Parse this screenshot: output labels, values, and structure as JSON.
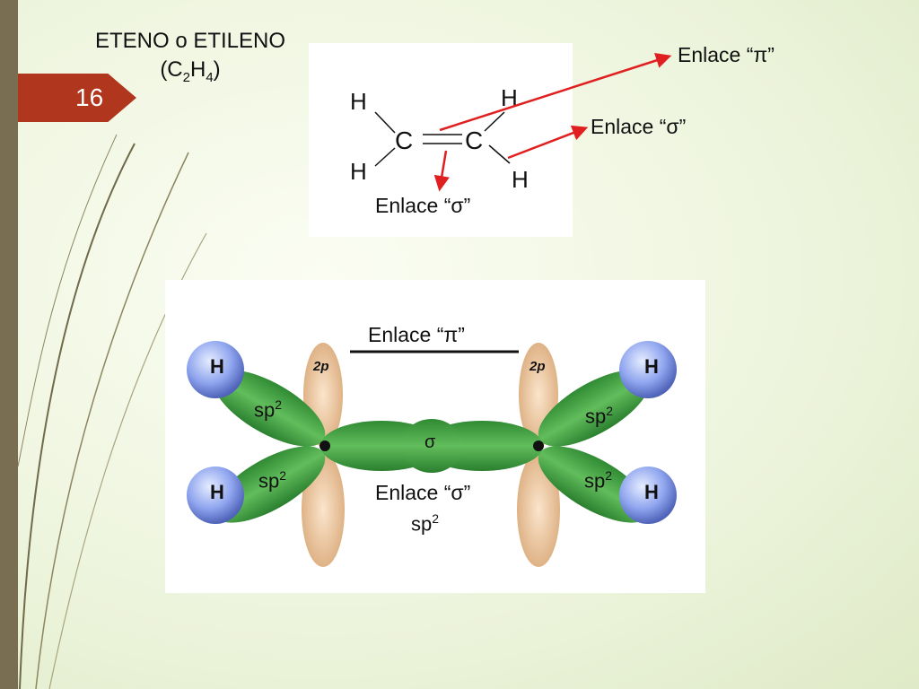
{
  "slide": {
    "number": "16"
  },
  "title": {
    "line1": "ETENO o ETILENO",
    "formula_c": "(C",
    "formula_c_sub": "2",
    "formula_h": "H",
    "formula_h_sub": "4",
    "formula_close": ")"
  },
  "structure": {
    "atoms": {
      "h1": "H",
      "h2": "H",
      "h3": "H",
      "h4": "H",
      "c1": "C",
      "c2": "C"
    },
    "label_pi": "Enlace  “π”",
    "label_sigma_right": "Enlace  “σ”",
    "label_sigma_bottom": "Enlace  “σ”"
  },
  "orbitals": {
    "pi_label": "Enlace  “π”",
    "sigma_label": "Enlace  “σ”",
    "sigma_symbol": "σ",
    "p_orbital": "2p",
    "hybrid": "sp",
    "hybrid_sup": "2",
    "atom_h": "H"
  },
  "colors": {
    "accent_red": "#e02020",
    "tab_red": "#b0361d",
    "orbital_green": "#3a9a3e",
    "orbital_tan": "#e3b98f",
    "hydrogen_blue": "#8ea4ee"
  }
}
